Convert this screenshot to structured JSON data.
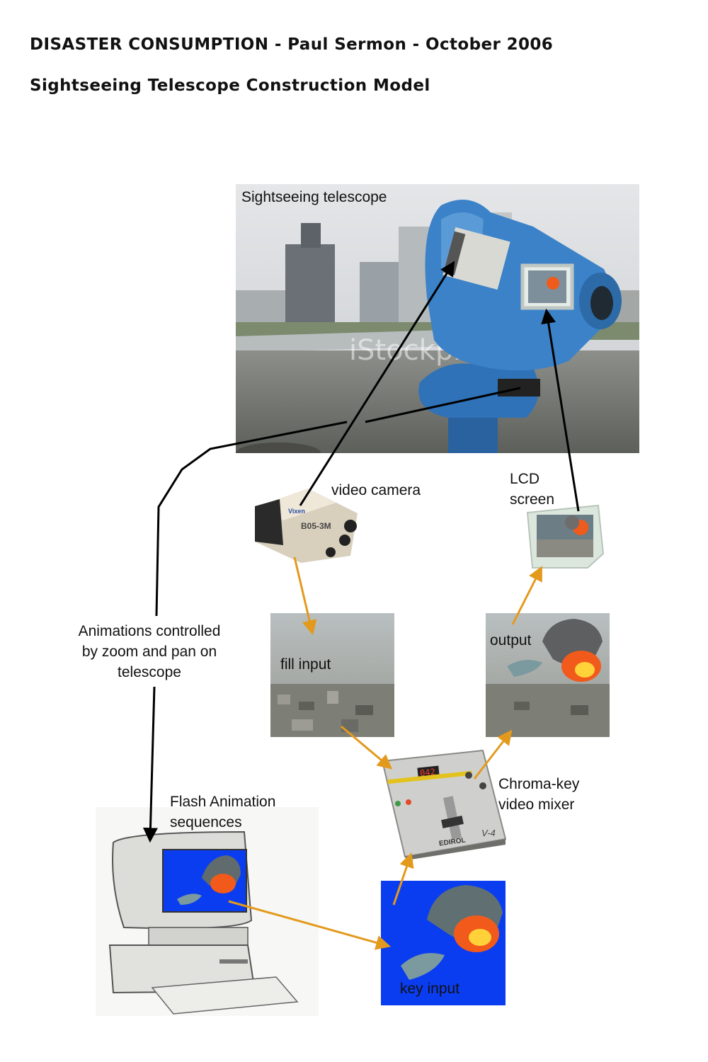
{
  "header": {
    "title": "DISASTER CONSUMPTION - Paul Sermon - October 2006",
    "subtitle": "Sightseeing Telescope Construction Model"
  },
  "telescope_photo": {
    "caption": "Sightseeing telescope",
    "watermark": "iStockphoto"
  },
  "labels": {
    "video_camera": "video camera",
    "lcd_screen": "LCD\nscreen",
    "fill_input": "fill input",
    "output": "output",
    "animations": "Animations controlled\nby zoom and pan on\ntelescope",
    "chroma_key": "Chroma-key\nvideo mixer",
    "flash_animation": "Flash Animation\nsequences",
    "key_input": "key input"
  },
  "device_text": {
    "camera_brand": "Vixen",
    "camera_model": "B05-3M",
    "mixer_brand": "EDIROL",
    "mixer_model": "V-4",
    "mixer_display": "042"
  },
  "colors": {
    "black_arrow": "#000000",
    "orange_arrow": "#e39a1c",
    "telescope_blue": "#2f72b8",
    "key_blue": "#0b3df0"
  }
}
